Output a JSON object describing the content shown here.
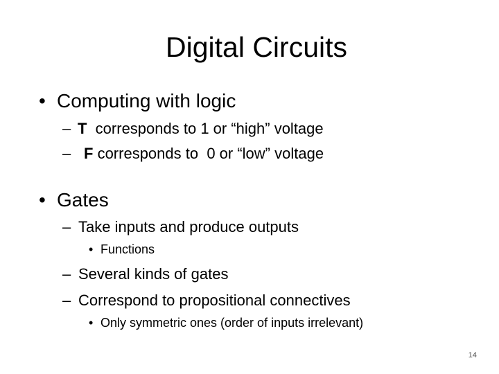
{
  "slide": {
    "title": "Digital Circuits",
    "page_number": "14",
    "bullets": [
      {
        "marker": "•",
        "text": "Computing with logic",
        "sub": [
          {
            "marker": "–",
            "bold": "T",
            "text": "  corresponds to 1 or “high” voltage"
          },
          {
            "marker": "–",
            "bold": "F",
            "text": " corresponds to  0 or “low” voltage"
          }
        ]
      },
      {
        "marker": "•",
        "text": "Gates",
        "sub": [
          {
            "marker": "–",
            "text": "Take inputs and produce outputs"
          },
          {
            "marker": "•",
            "text": "Functions"
          },
          {
            "marker": "–",
            "text": "Several kinds of gates"
          },
          {
            "marker": "–",
            "text": "Correspond to propositional connectives"
          },
          {
            "marker": "•",
            "text": "Only symmetric ones (order of inputs irrelevant)"
          }
        ]
      }
    ]
  }
}
